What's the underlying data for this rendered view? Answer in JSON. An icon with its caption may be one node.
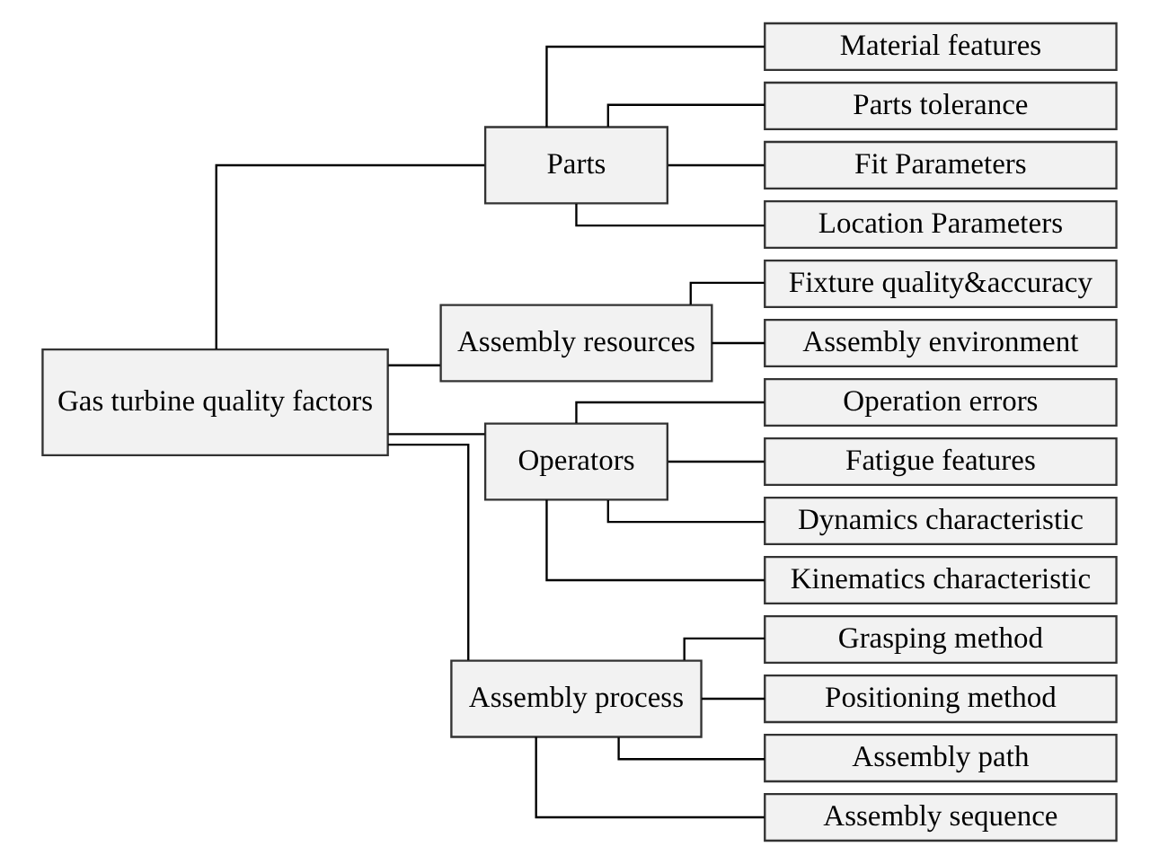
{
  "diagram": {
    "nodes": [
      {
        "text": [
          "Gas turbine quality factors"
        ]
      },
      {
        "text": [
          "Parts"
        ]
      },
      {
        "text": [
          "Material features"
        ]
      },
      {
        "text": [
          "Parts tolerance"
        ]
      },
      {
        "text": [
          "Fit Parameters"
        ]
      },
      {
        "text": [
          "Location Parameters"
        ]
      },
      {
        "text": [
          "Assembly resources"
        ]
      },
      {
        "text": [
          "Fixture quality&accuracy"
        ]
      },
      {
        "text": [
          "Assembly environment"
        ]
      },
      {
        "text": [
          "Operators"
        ]
      },
      {
        "text": [
          "Operation errors"
        ]
      },
      {
        "text": [
          "Fatigue features"
        ]
      },
      {
        "text": [
          "Dynamics characteristic"
        ]
      },
      {
        "text": [
          "Kinematics characteristic"
        ]
      },
      {
        "text": [
          "Assembly process"
        ]
      },
      {
        "text": [
          "Grasping method"
        ]
      },
      {
        "text": [
          "Positioning method"
        ]
      },
      {
        "text": [
          "Assembly path"
        ]
      },
      {
        "text": [
          "Assembly sequence"
        ]
      }
    ],
    "edges": [
      {
        "from": 0,
        "to": 1,
        "arrow": "none"
      },
      {
        "from": 0,
        "to": 6,
        "arrow": "none"
      },
      {
        "from": 0,
        "to": 9,
        "arrow": "none"
      },
      {
        "from": 0,
        "to": 14,
        "arrow": "none"
      },
      {
        "from": 1,
        "to": 2,
        "arrow": "none"
      },
      {
        "from": 1,
        "to": 3,
        "arrow": "none"
      },
      {
        "from": 1,
        "to": 4,
        "arrow": "none"
      },
      {
        "from": 1,
        "to": 5,
        "arrow": "none"
      },
      {
        "from": 6,
        "to": 7,
        "arrow": "none"
      },
      {
        "from": 6,
        "to": 8,
        "arrow": "none"
      },
      {
        "from": 9,
        "to": 10,
        "arrow": "none"
      },
      {
        "from": 9,
        "to": 11,
        "arrow": "none"
      },
      {
        "from": 9,
        "to": 12,
        "arrow": "none"
      },
      {
        "from": 9,
        "to": 13,
        "arrow": "none"
      },
      {
        "from": 14,
        "to": 15,
        "arrow": "none"
      },
      {
        "from": 14,
        "to": 16,
        "arrow": "none"
      },
      {
        "from": 14,
        "to": 17,
        "arrow": "none"
      },
      {
        "from": 14,
        "to": 18,
        "arrow": "none"
      }
    ]
  }
}
